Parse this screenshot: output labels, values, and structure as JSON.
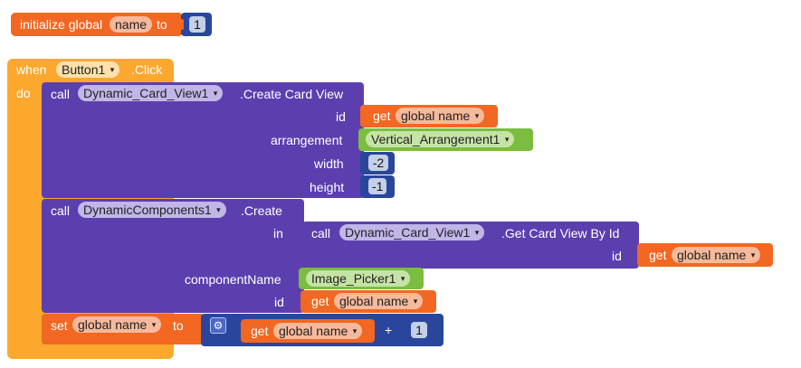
{
  "init": {
    "prefix": "initialize global",
    "var_name": "name",
    "to": "to",
    "value": "1"
  },
  "event": {
    "when": "when",
    "component": "Button1",
    "event_name": ".Click",
    "do": "do"
  },
  "call1": {
    "call": "call",
    "component": "Dynamic_Card_View1",
    "method": ".Create Card View",
    "id_label": "id",
    "get": "get",
    "id_var": "global name",
    "arrangement_label": "arrangement",
    "arrangement_value": "Vertical_Arrangement1",
    "width_label": "width",
    "width_value": "-2",
    "height_label": "height",
    "height_value": "-1"
  },
  "call2": {
    "call": "call",
    "component": "DynamicComponents1",
    "method": ".Create",
    "in_label": "in",
    "inner": {
      "call": "call",
      "component": "Dynamic_Card_View1",
      "method": ".Get Card View By Id",
      "id_label": "id",
      "get": "get",
      "id_var": "global name"
    },
    "component_name_label": "componentName",
    "component_name_value": "Image_Picker1",
    "id_label": "id",
    "get": "get",
    "id_var": "global name"
  },
  "set": {
    "set": "set",
    "var_name": "global name",
    "to": "to",
    "get": "get",
    "get_var": "global name",
    "op": "+",
    "value": "1"
  },
  "icons": {
    "dropdown": "▾",
    "gear": "⚙"
  },
  "colors": {
    "variable": "#f26722",
    "event": "#fca82e",
    "procedure": "#5b3fae",
    "component": "#7bbd3f",
    "math": "#29469c"
  }
}
